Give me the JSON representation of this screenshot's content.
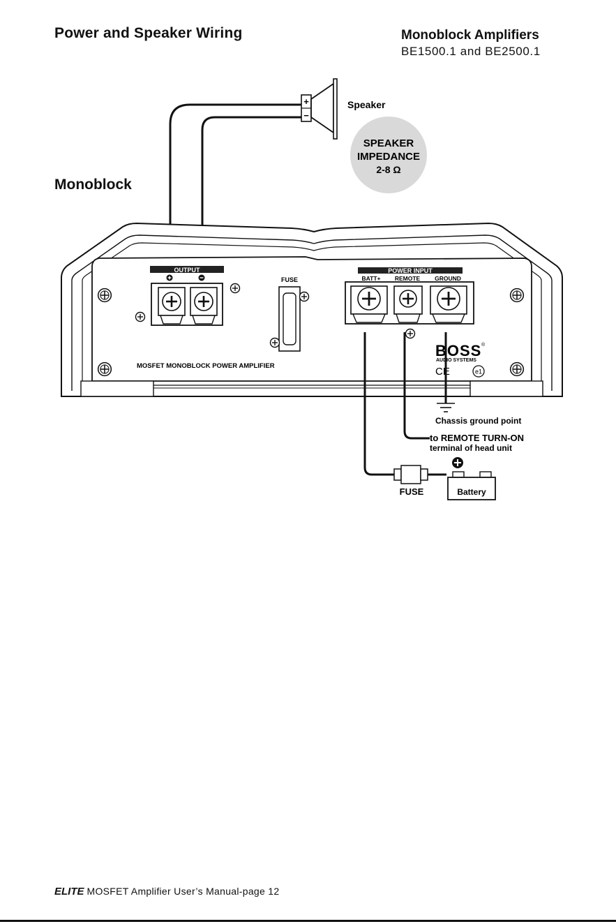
{
  "page": {
    "title": "Power and Speaker Wiring",
    "product_title": "Monoblock Amplifiers",
    "models": "BE1500.1 and BE2500.1",
    "section_label": "Monoblock"
  },
  "diagram": {
    "speaker_label": "Speaker",
    "speaker_plus": "+",
    "speaker_minus": "−",
    "impedance_line1": "SPEAKER",
    "impedance_line2": "IMPEDANCE",
    "impedance_line3": "2-8 Ω",
    "output_header": "OUTPUT",
    "power_input_header": "POWER INPUT",
    "terminal_batt": "BATT+",
    "terminal_remote": "REMOTE",
    "terminal_ground": "GROUND",
    "fuse_panel_label": "FUSE",
    "amp_model_text": "MOSFET MONOBLOCK POWER AMPLIFIER",
    "brand_name": "BOSS",
    "brand_registered": "®",
    "brand_sub": "AUDIO SYSTEMS",
    "ce_mark": "CE",
    "e_mark": "e1",
    "chassis_ground_label": "Chassis ground point",
    "remote_label_line1": "to REMOTE TURN-ON",
    "remote_label_line2": "terminal of head unit",
    "fuse_label": "FUSE",
    "battery_label": "Battery",
    "battery_plus": "+"
  },
  "footer": {
    "brand": "ELITE",
    "text": "MOSFET Amplifier User’s Manual-page 12"
  }
}
